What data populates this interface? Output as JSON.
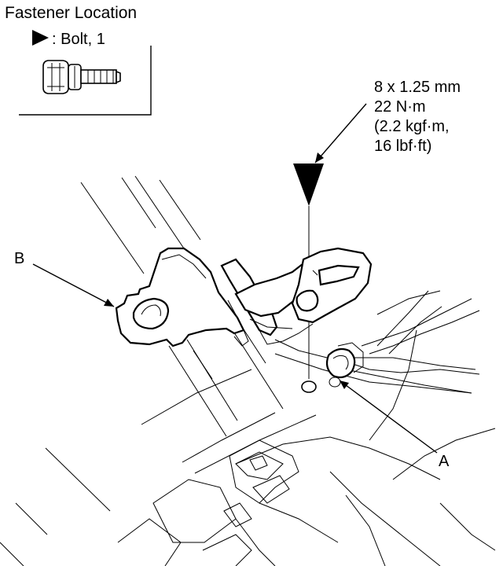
{
  "legend": {
    "title": "Fastener Location",
    "bolt_label": ": Bolt, 1"
  },
  "spec": {
    "line1": "8 x 1.25 mm",
    "line2": "22 N·m",
    "line3": "(2.2 kgf·m,",
    "line4": "16 lbf·ft)"
  },
  "callouts": {
    "a": "A",
    "b": "B"
  },
  "icons": {
    "bolt": "bolt-icon",
    "triangle": "bolt-marker-triangle-icon"
  }
}
